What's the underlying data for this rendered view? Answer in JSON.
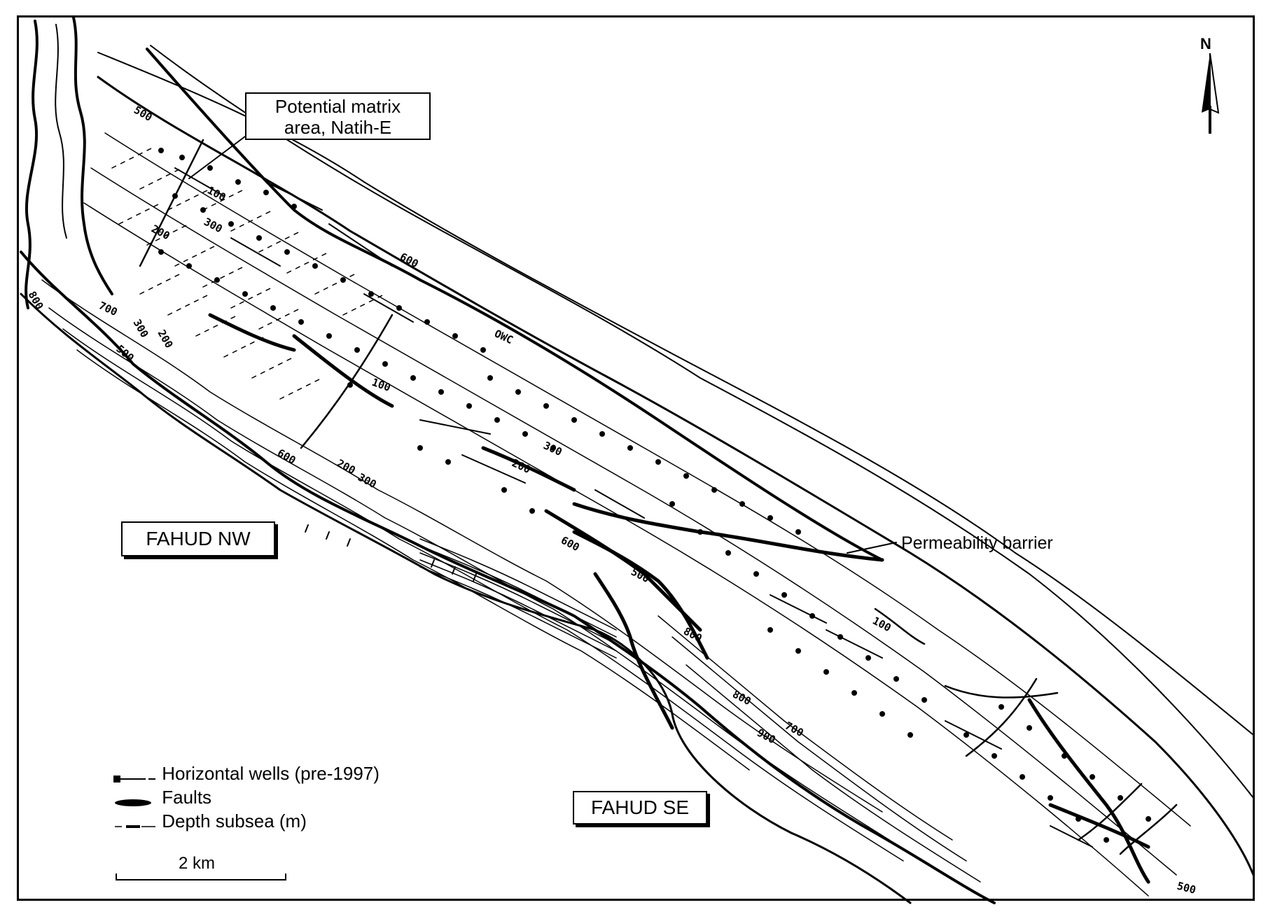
{
  "map": {
    "callouts": {
      "matrix_area_line1": "Potential matrix",
      "matrix_area_line2": "area, Natih-E",
      "permeability_barrier": "Permeability barrier"
    },
    "field_labels": {
      "northwest": "FAHUD NW",
      "southeast": "FAHUD SE"
    },
    "north_arrow": {
      "letter": "N",
      "icon": "north-arrow-icon"
    },
    "legend": {
      "items": [
        {
          "label": "Horizontal wells (pre-1997)",
          "icon": "well-symbol-icon"
        },
        {
          "label": "Faults",
          "icon": "fault-symbol-icon"
        },
        {
          "label": "Depth subsea (m)",
          "icon": "contour-symbol-icon"
        }
      ]
    },
    "scale_bar": {
      "label": "2 km"
    },
    "contour_labels": [
      "500",
      "600",
      "100",
      "200",
      "300",
      "800",
      "700",
      "500",
      "300",
      "200",
      "600",
      "OWC",
      "100",
      "200",
      "300",
      "600",
      "200",
      "300",
      "500",
      "800",
      "800",
      "700",
      "900",
      "500",
      "100"
    ]
  }
}
